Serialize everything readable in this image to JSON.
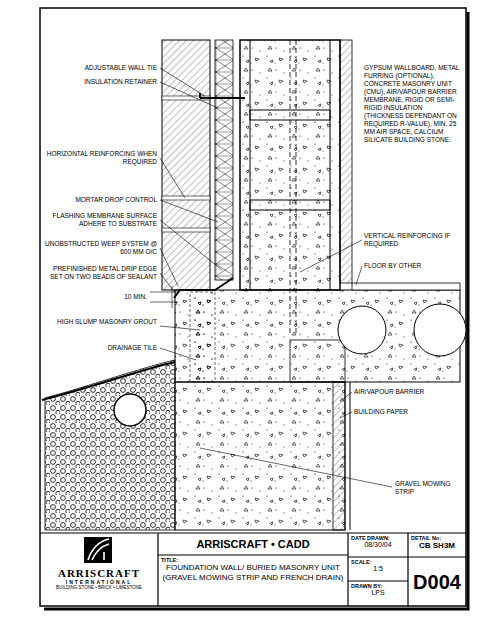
{
  "diagram": {
    "nodes": [
      {
        "text": [
          "ARRISCRAFT",
          "INTERNATIONAL",
          "BUILDING STONE • BRICK • LIMESTONE"
        ]
      },
      {
        "text": [
          "ARRISCRAFT • CADD"
        ]
      },
      {
        "text": [
          "TITLE:",
          "FOUNDATION WALL/ BURIED MASONRY UNIT (GRAVEL MOWING STRIP AND FRENCH DRAIN)"
        ]
      },
      {
        "text": [
          "DATE DRAWN:",
          "08/30/04"
        ]
      },
      {
        "text": [
          "SCALE:",
          "1:5"
        ]
      },
      {
        "text": [
          "DRAWN BY:",
          "LPS"
        ]
      },
      {
        "text": [
          "DETAIL No:",
          "CB SH3M"
        ]
      },
      {
        "text": [
          "D004"
        ]
      }
    ],
    "labels": [
      "ADJUSTABLE WALL TIE",
      "INSULATION RETAINER",
      "HORIZONTAL REINFORCING WHEN REQUIRED",
      "MORTAR DROP CONTROL",
      "FLASHING MEMBRANE SURFACE ADHERE TO SUBSTRATE",
      "UNOBSTRUCTED WEEP SYSTEM @ 600 MM O/C",
      "PREFINISHED METAL DRIP EDGE SET ON TWO BEADS OF SEALANT",
      "10 MIN.",
      "HIGH SLUMP MASONRY GROUT",
      "DRAINAGE TILE",
      "GYPSUM WALLBOARD, METAL FURRING (OPTIONAL), CONCRETE MASONRY UNIT (CMU), AIR/VAPOUR BARRIER MEMBRANE, RIGID OR SEMI-RIGID INSULATION (THICKNESS DEPENDANT ON REQUIRED R-VALUE), MIN. 25 MM AIR SPACE, CALCIUM SILICATE BUILDING STONE.",
      "VERTICAL REINFORCING IF REQUIRED",
      "FLOOR BY OTHER",
      "AIR/VAPOUR BARRIER",
      "BUILDING PAPER",
      "GRAVEL MOWING STRIP"
    ]
  }
}
